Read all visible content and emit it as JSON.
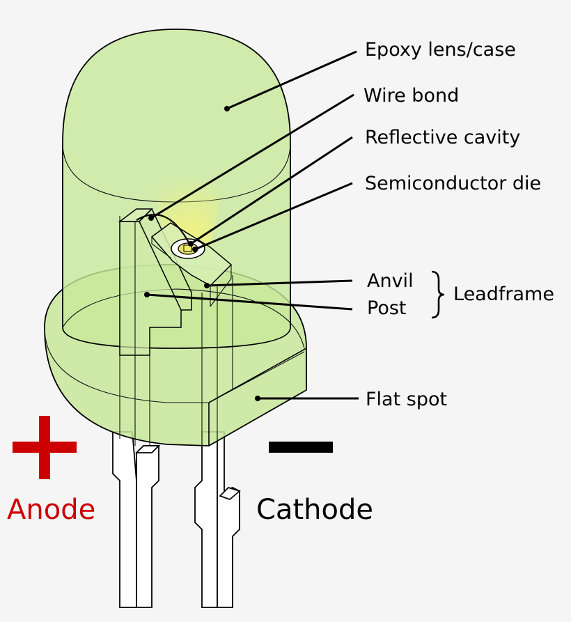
{
  "labels": {
    "epoxy": "Epoxy lens/case",
    "wire_bond": "Wire bond",
    "reflective_cavity": "Reflective cavity",
    "semiconductor_die": "Semiconductor die",
    "anvil": "Anvil",
    "post": "Post",
    "leadframe": "Leadframe",
    "flat_spot": "Flat spot",
    "anode": "Anode",
    "cathode": "Cathode"
  },
  "colors": {
    "epoxy_fill": "#c8e89a",
    "epoxy_stroke": "#000000",
    "glow": "#f4f08a",
    "die": "#e8e070",
    "anode_color": "#cc0000",
    "cathode_color": "#000000",
    "background": "#f5f5f5"
  },
  "symbols": {
    "anode_icon": "plus-sign",
    "cathode_icon": "minus-sign"
  }
}
